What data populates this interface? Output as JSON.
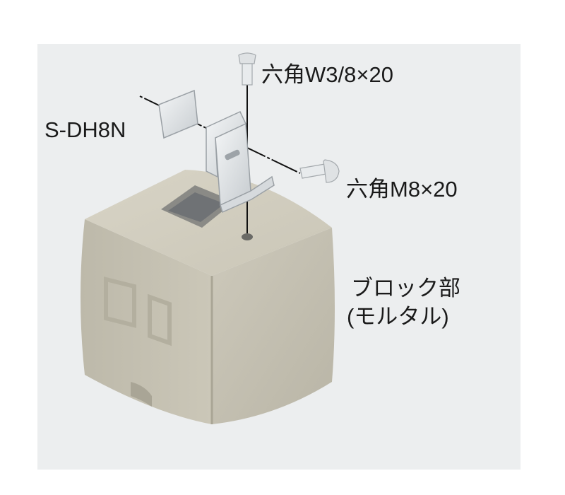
{
  "labels": {
    "bolt_w38": "六角W3/8×20",
    "bolt_m8": "六角M8×20",
    "fitting": "S-DH8N",
    "block_line1": "ブロック部",
    "block_line2": "(モルタル)"
  },
  "colors": {
    "panel_bg": "#eceeef",
    "concrete": "#c9c5b6",
    "metal": "#e3e6e8"
  }
}
